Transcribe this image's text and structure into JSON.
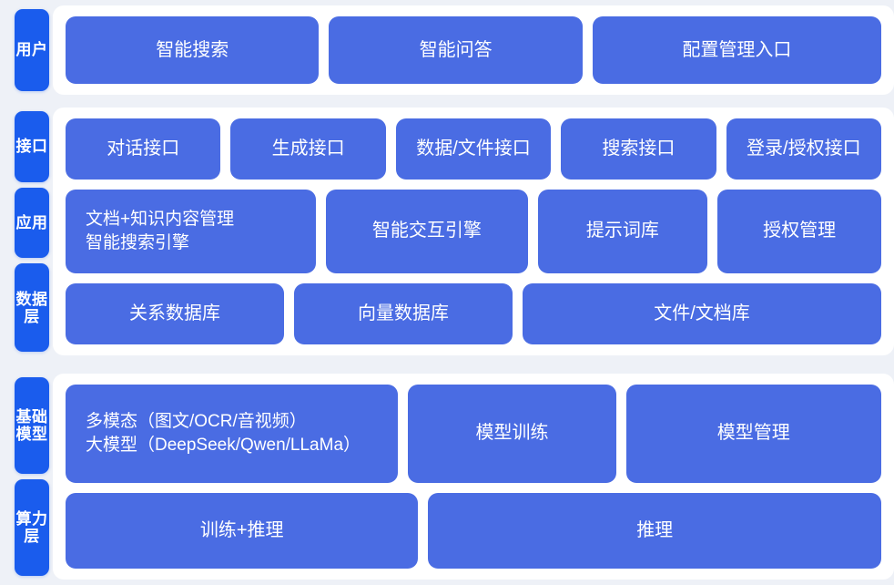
{
  "colors": {
    "page_background": "#eef1f7",
    "panel_background": "#ffffff",
    "tab_blue": "#1a5ced",
    "box_blue": "#4a6ce3",
    "text_white": "#ffffff"
  },
  "sections": [
    {
      "id": "user",
      "tabs": [
        {
          "label": "用户"
        }
      ],
      "rows": [
        {
          "boxes": [
            {
              "label": "智能搜索"
            },
            {
              "label": "智能问答"
            },
            {
              "label": "配置管理入口"
            }
          ]
        }
      ]
    },
    {
      "id": "middle",
      "tabs": [
        {
          "label": "接口"
        },
        {
          "label": "应用"
        },
        {
          "label": "数据层"
        }
      ],
      "rows": [
        {
          "boxes": [
            {
              "label": "对话接口"
            },
            {
              "label": "生成接口"
            },
            {
              "label": "数据/文件接口"
            },
            {
              "label": "搜索接口"
            },
            {
              "label": "登录/授权接口"
            }
          ]
        },
        {
          "boxes": [
            {
              "label": "文档+知识内容管理\n智能搜索引擎"
            },
            {
              "label": "智能交互引擎"
            },
            {
              "label": "提示词库"
            },
            {
              "label": "授权管理"
            }
          ]
        },
        {
          "boxes": [
            {
              "label": "关系数据库"
            },
            {
              "label": "向量数据库"
            },
            {
              "label": "文件/文档库"
            }
          ]
        }
      ]
    },
    {
      "id": "base",
      "tabs": [
        {
          "label": "基础模型"
        },
        {
          "label": "算力层"
        }
      ],
      "rows": [
        {
          "boxes": [
            {
              "label": "多模态（图文/OCR/音视频）\n大模型（DeepSeek/Qwen/LLaMa）"
            },
            {
              "label": "模型训练"
            },
            {
              "label": "模型管理"
            }
          ]
        },
        {
          "boxes": [
            {
              "label": "训练+推理"
            },
            {
              "label": "推理"
            }
          ]
        }
      ]
    }
  ]
}
